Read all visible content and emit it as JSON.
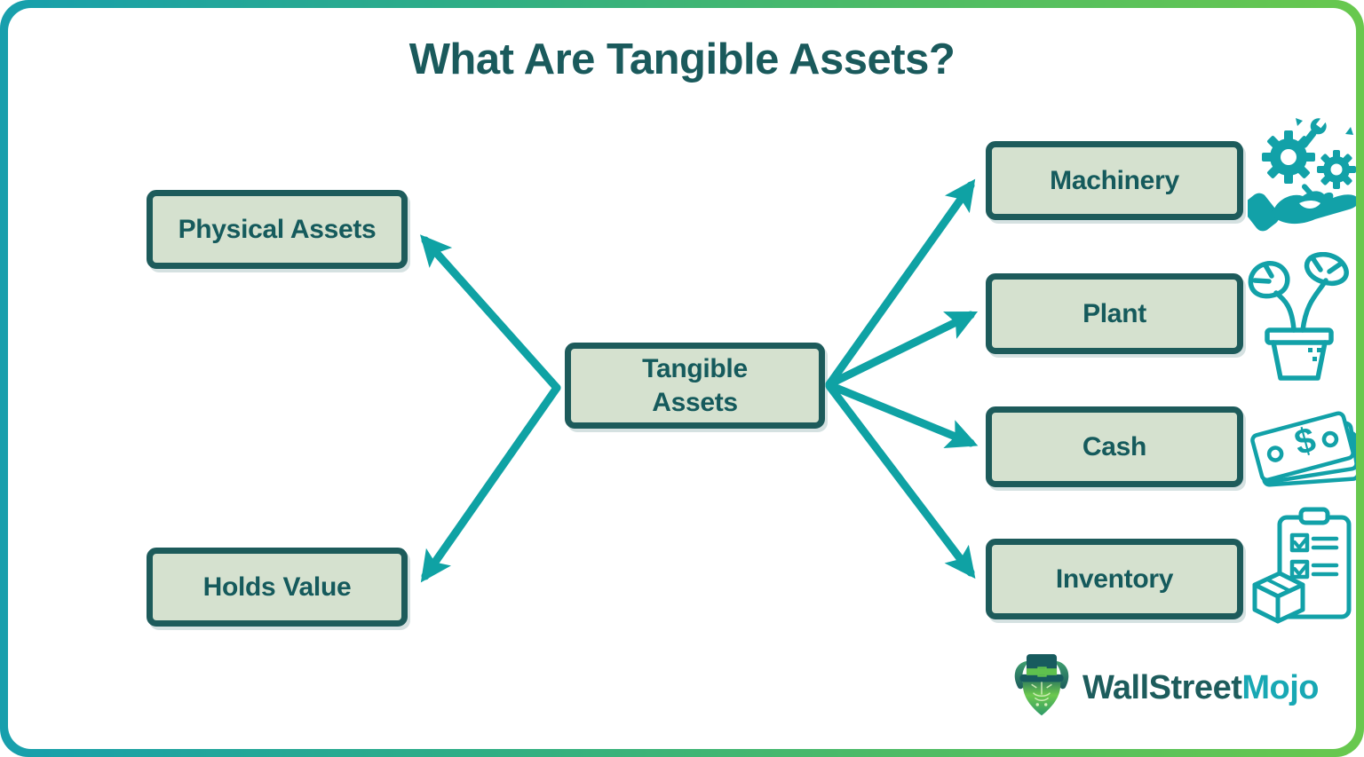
{
  "title": "What Are Tangible Assets?",
  "nodes": {
    "center": {
      "label": "Tangible\nAssets"
    },
    "left": [
      {
        "label": "Physical Assets"
      },
      {
        "label": "Holds Value"
      }
    ],
    "right": [
      {
        "label": "Machinery",
        "icon": "machinery-gears-hand-icon"
      },
      {
        "label": "Plant",
        "icon": "potted-plant-icon"
      },
      {
        "label": "Cash",
        "icon": "banknotes-icon"
      },
      {
        "label": "Inventory",
        "icon": "inventory-clipboard-box-icon"
      }
    ]
  },
  "logo": {
    "first": "WallStreet",
    "second": "Mojo"
  },
  "colors": {
    "frame_gradient_start": "#179fad",
    "frame_gradient_end": "#68c84e",
    "node_fill": "#d5e1cf",
    "node_border": "#1d5b5b",
    "node_text": "#155a5c",
    "title_text": "#1a5a5c",
    "arrow": "#0fa2a4",
    "icon": "#12a1a8",
    "logo_first": "#1d5c5c",
    "logo_second": "#18a8b4"
  }
}
